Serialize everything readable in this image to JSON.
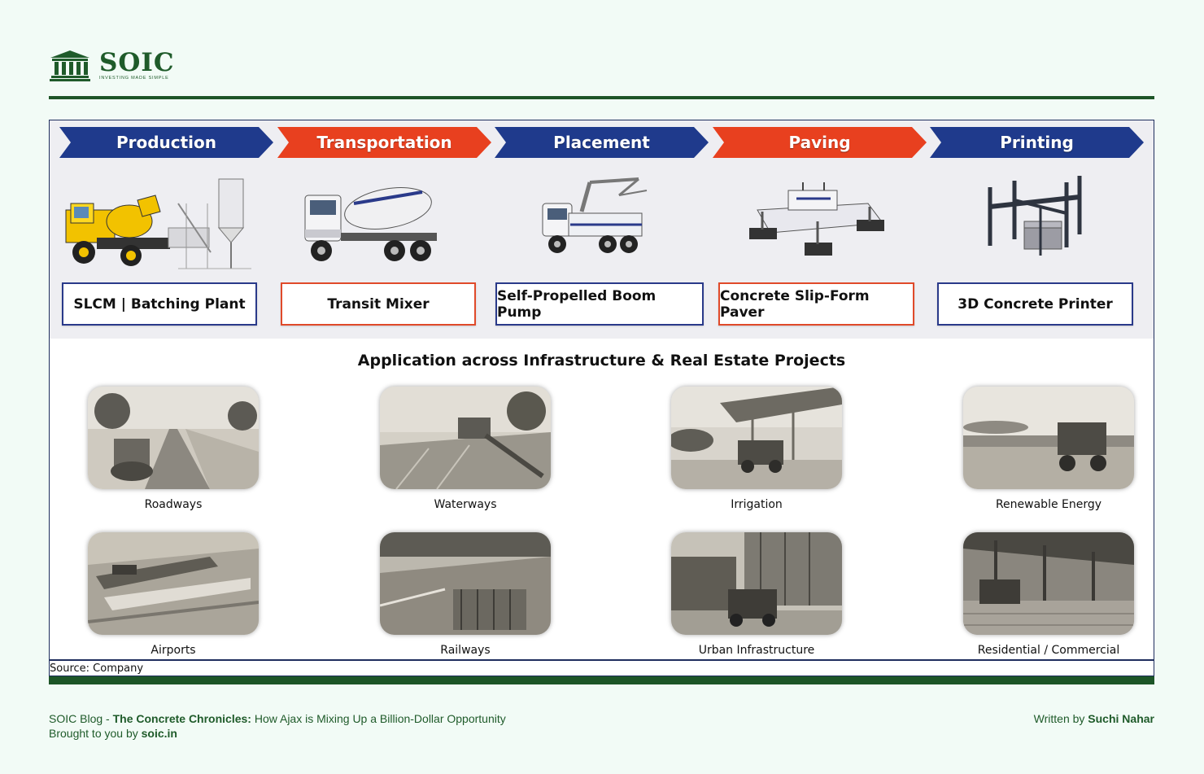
{
  "brand": {
    "name": "SOIC",
    "tagline": "INVESTING MADE SIMPLE",
    "logo_icon": "temple-columns-icon",
    "color": "#1d5527"
  },
  "stages": [
    {
      "label": "Production",
      "color": "#1f3a8c"
    },
    {
      "label": "Transportation",
      "color": "#e8401f"
    },
    {
      "label": "Placement",
      "color": "#1f3a8c"
    },
    {
      "label": "Paving",
      "color": "#e8401f"
    },
    {
      "label": "Printing",
      "color": "#1f3a8c"
    }
  ],
  "equipment": [
    {
      "label": "SLCM  |  Batching Plant"
    },
    {
      "label": "Transit Mixer"
    },
    {
      "label": "Self-Propelled Boom Pump"
    },
    {
      "label": "Concrete Slip-Form Paver"
    },
    {
      "label": "3D Concrete Printer"
    }
  ],
  "applications": {
    "title": "Application across Infrastructure & Real Estate Projects",
    "items": [
      {
        "label": "Roadways"
      },
      {
        "label": "Waterways"
      },
      {
        "label": "Irrigation"
      },
      {
        "label": "Renewable Energy"
      },
      {
        "label": "Airports"
      },
      {
        "label": "Railways"
      },
      {
        "label": "Urban Infrastructure"
      },
      {
        "label": "Residential / Commercial"
      }
    ]
  },
  "source": "Source: Company",
  "footer": {
    "blog_prefix": "SOIC Blog - ",
    "blog_title": "The Concrete Chronicles:",
    "blog_subtitle": " How Ajax is Mixing Up a Billion-Dollar Opportunity",
    "brought_prefix": "Brought to you by ",
    "site": "soic.in",
    "written_prefix": "Written by ",
    "author": "Suchi Nahar"
  }
}
